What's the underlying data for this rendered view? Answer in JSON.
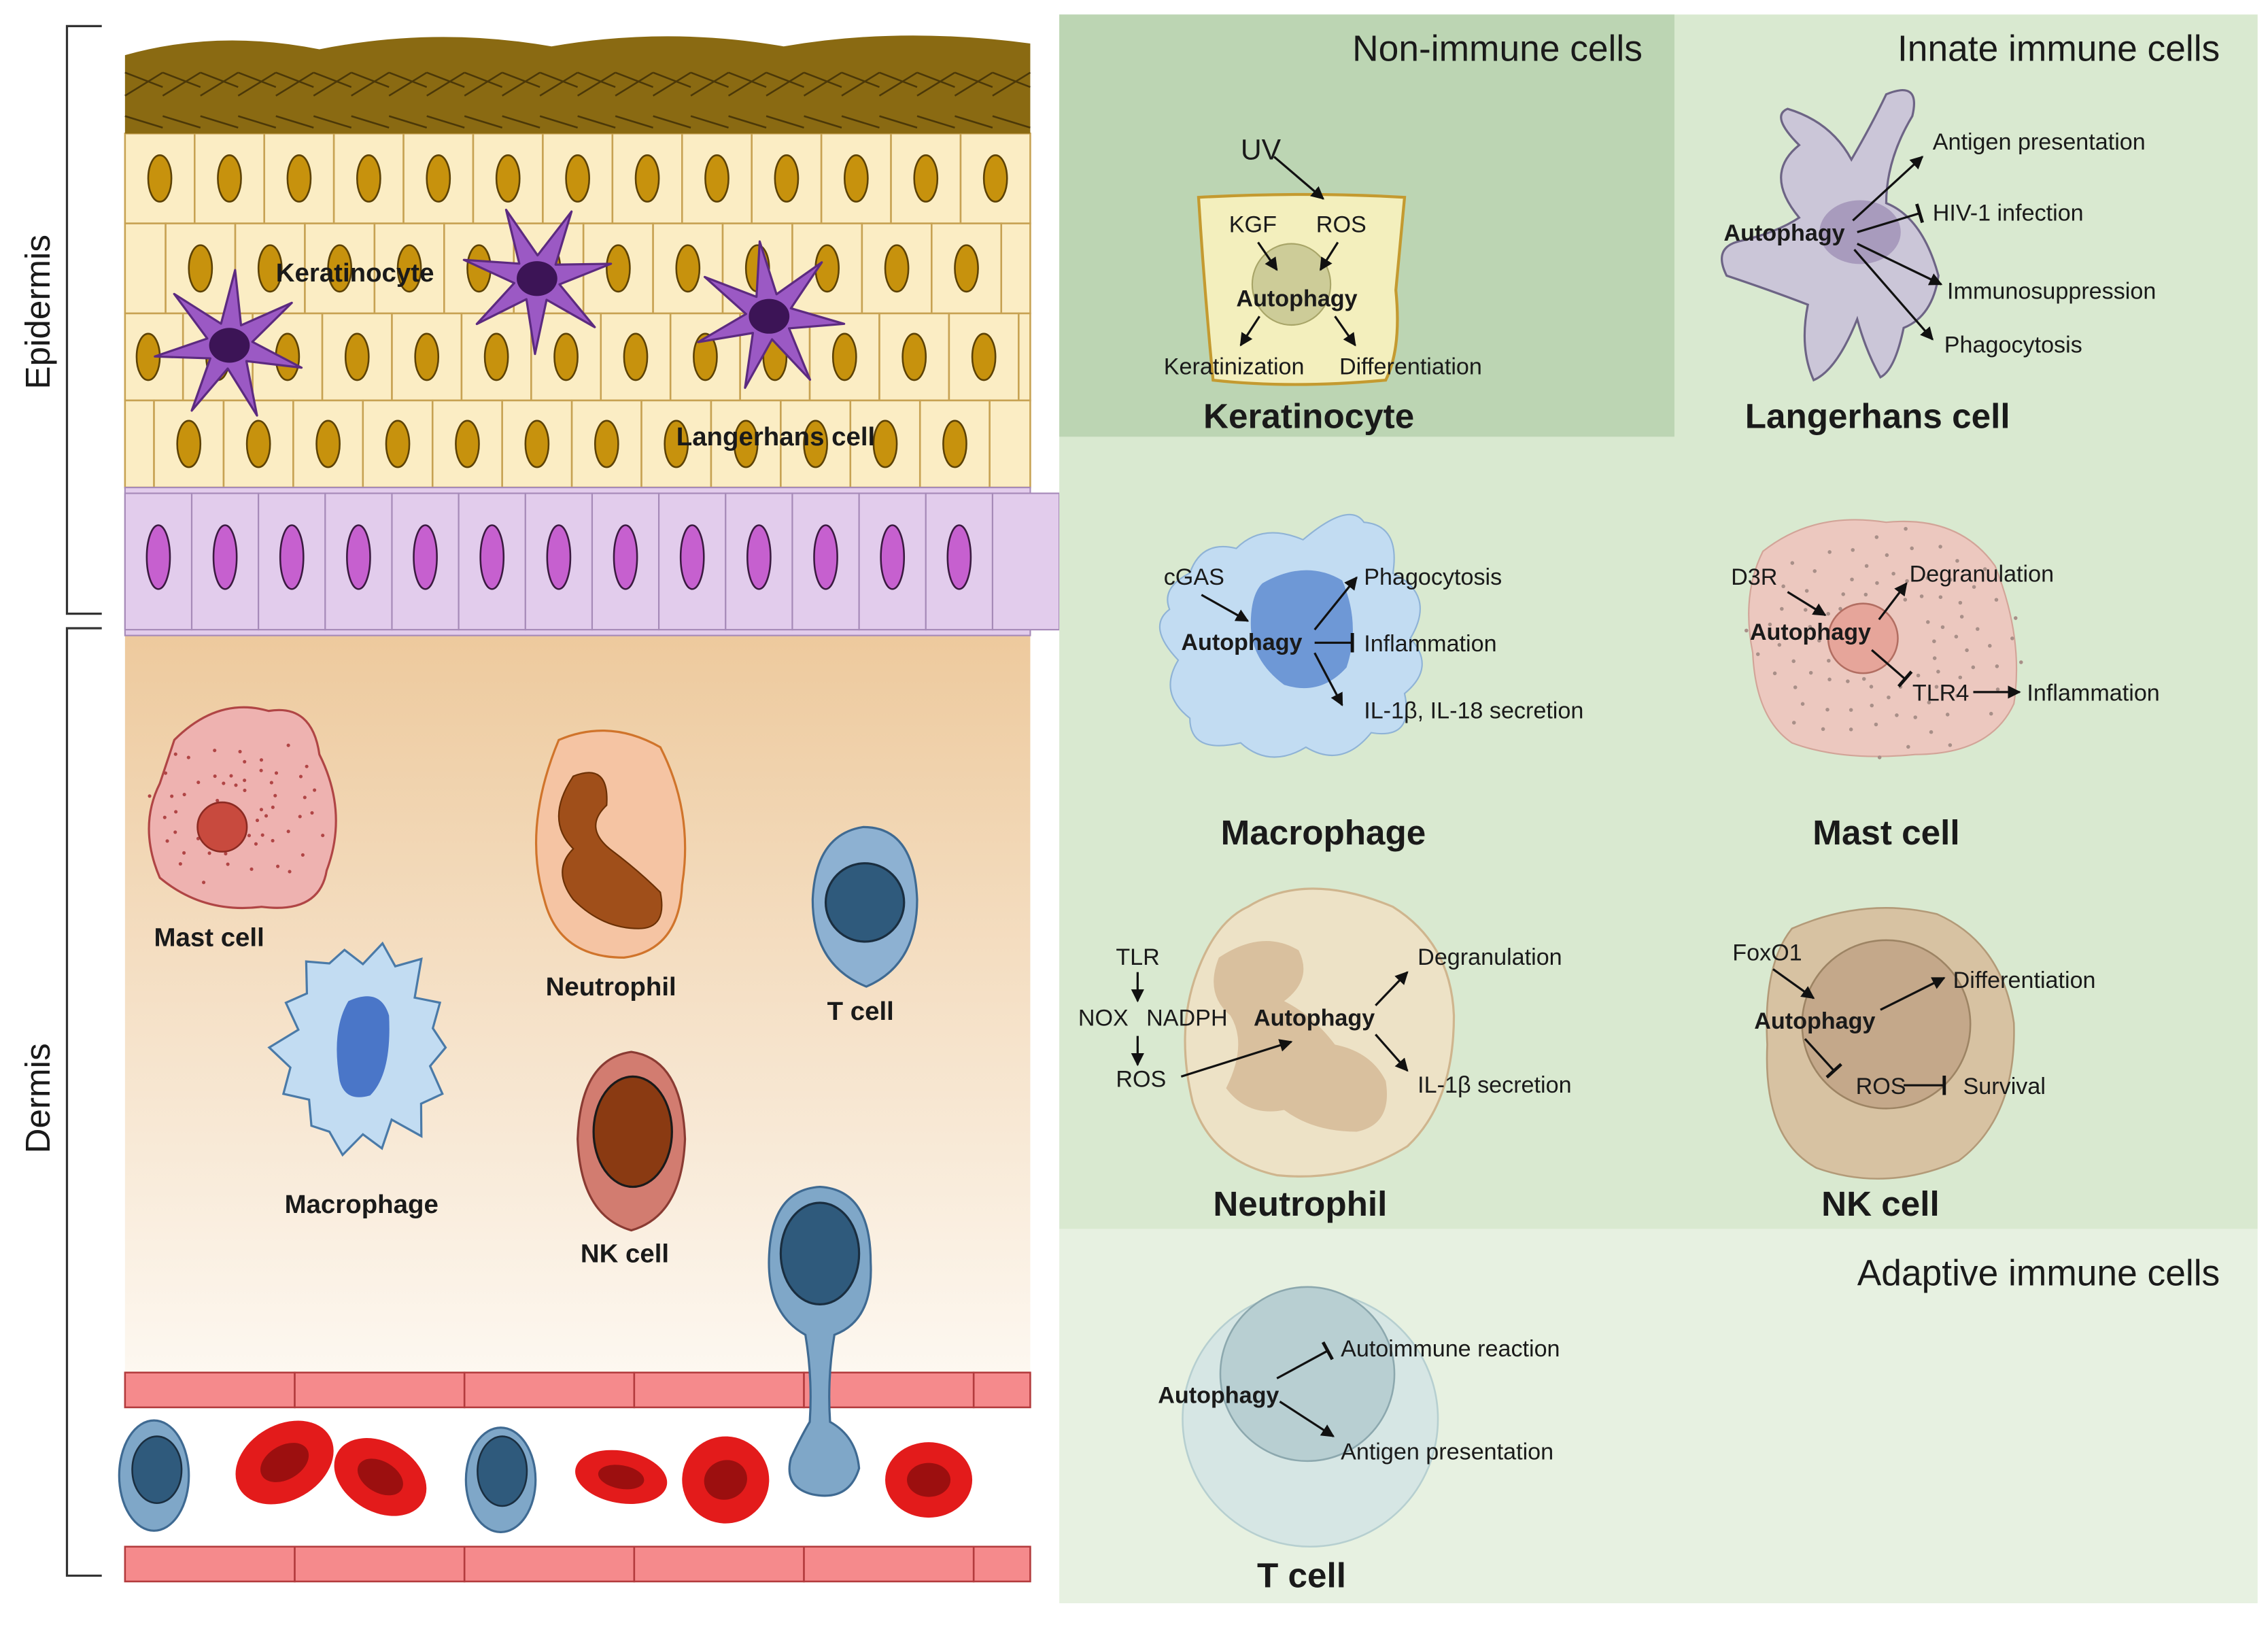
{
  "left": {
    "epidermis_label": "Epidermis",
    "dermis_label": "Dermis",
    "cells": {
      "keratinocyte": "Keratinocyte",
      "langerhans": "Langerhans cell",
      "mast": "Mast cell",
      "macrophage": "Macrophage",
      "neutrophil": "Neutrophil",
      "t_cell": "T cell",
      "nk": "NK cell"
    }
  },
  "sections": {
    "non_immune": "Non-immune cells",
    "innate": "Innate immune cells",
    "adaptive": "Adaptive immune cells"
  },
  "panels": {
    "keratinocyte": {
      "title": "Keratinocyte",
      "uv": "UV",
      "kgf": "KGF",
      "ros": "ROS",
      "autophagy": "Autophagy",
      "keratinization": "Keratinization",
      "differentiation": "Differentiation"
    },
    "langerhans": {
      "title": "Langerhans cell",
      "autophagy": "Autophagy",
      "antigen": "Antigen presentation",
      "hiv": "HIV-1 infection",
      "immuno": "Immunosuppression",
      "phago": "Phagocytosis"
    },
    "macrophage": {
      "title": "Macrophage",
      "cgas": "cGAS",
      "autophagy": "Autophagy",
      "phago": "Phagocytosis",
      "inflammation": "Inflammation",
      "il": "IL-1β, IL-18 secretion"
    },
    "mast": {
      "title": "Mast cell",
      "d3r": "D3R",
      "autophagy": "Autophagy",
      "degran": "Degranulation",
      "tlr4": "TLR4",
      "inflammation": "Inflammation"
    },
    "neutrophil": {
      "title": "Neutrophil",
      "tlr": "TLR",
      "nox": "NOX",
      "nadph": "NADPH",
      "ros": "ROS",
      "autophagy": "Autophagy",
      "degran": "Degranulation",
      "il": "IL-1β secretion"
    },
    "nk": {
      "title": "NK cell",
      "foxo1": "FoxO1",
      "autophagy": "Autophagy",
      "diff": "Differentiation",
      "ros": "ROS",
      "survival": "Survival"
    },
    "tcell": {
      "title": "T cell",
      "autophagy": "Autophagy",
      "autoimmune": "Autoimmune reaction",
      "antigen": "Antigen presentation"
    }
  },
  "colors": {
    "horny": "#8a6a12",
    "epidermis_cell": "#fbedc4",
    "nucleus_gold": "#c7920d",
    "langerhans": "#9b59c4",
    "basal": "#e2ccec",
    "basal_nucleus": "#c660cf",
    "dermis_top": "#edc99c",
    "mast": "#eeb2b0",
    "macrophage": "#c2dcf2",
    "neutrophil": "#f5c4a3",
    "tcell": "#7fa7c8",
    "nk": "#d27c70",
    "vessel": "#f58a8c",
    "rbc": "#e31b1b",
    "non_immune_bg": "#bcd5b3",
    "innate_bg": "#d9e9d0",
    "adaptive_bg": "#e7f1e1"
  }
}
